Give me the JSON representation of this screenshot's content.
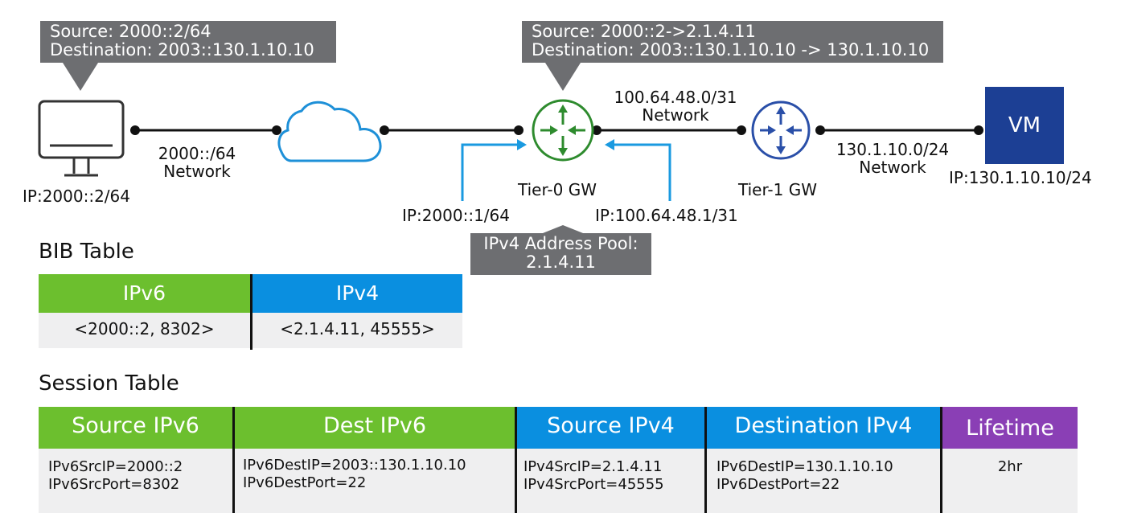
{
  "callouts": {
    "host_packet": {
      "line1": "Source: 2000::2/64",
      "line2": "Destination: 2003::130.1.10.10"
    },
    "gw_packet": {
      "line1": "Source: 2000::2->2.1.4.11",
      "line2": "Destination: 2003::130.1.10.10 -> 130.1.10.10"
    },
    "pool": {
      "line1": "IPv4 Address Pool:",
      "line2": "2.1.4.11"
    }
  },
  "labels": {
    "host_ip": "IP:2000::2/64",
    "net_ipv6_line1": "2000::/64",
    "net_ipv6_line2": "Network",
    "net_transit_line1": "100.64.48.0/31",
    "net_transit_line2": "Network",
    "net_vm_line1": "130.1.10.0/24",
    "net_vm_line2": "Network",
    "tier0": "Tier-0 GW",
    "tier1": "Tier-1 GW",
    "t0_downlink_ip": "IP:2000::1/64",
    "t0_uplink_ip": "IP:100.64.48.1/31",
    "vm_ip": "IP:130.1.10.10/24",
    "vm": "VM"
  },
  "bib": {
    "title": "BIB Table",
    "headers": [
      "IPv6",
      "IPv4"
    ],
    "row": [
      "<2000::2, 8302>",
      "<2.1.4.11, 45555>"
    ]
  },
  "session": {
    "title": "Session Table",
    "headers": [
      "Source IPv6",
      "Dest IPv6",
      "Source IPv4",
      "Destination IPv4",
      "Lifetime"
    ],
    "cells": [
      [
        "IPv6SrcIP=2000::2",
        "IPv6SrcPort=8302"
      ],
      [
        "IPv6DestIP=2003::130.1.10.10",
        "IPv6DestPort=22"
      ],
      [
        "IPv4SrcIP=2.1.4.11",
        "IPv4SrcPort=45555"
      ],
      [
        "IPv6DestIP=130.1.10.10",
        "IPv6DestPort=22"
      ],
      [
        "2hr"
      ]
    ]
  },
  "colors": {
    "ipv6_green": "#6cbf2e",
    "ipv4_blue": "#0a8fe0",
    "lifetime_purple": "#8a3fb5",
    "callout_gray": "#6d6e71",
    "vm_navy": "#1c3f94",
    "tier0_green": "#2e8b2e",
    "tier1_blue": "#2a4fa8",
    "cloud_blue": "#1e90d8"
  }
}
